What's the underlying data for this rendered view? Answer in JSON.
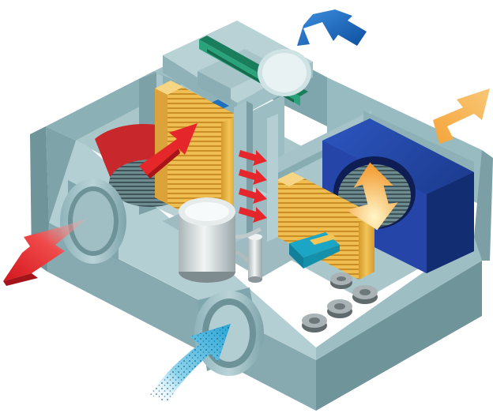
{
  "diagram": {
    "colors": {
      "casing_top": "#9fc0c5",
      "casing_front": "#86aab0",
      "casing_side": "#6f9499",
      "casing_inner": "#b7d1d5",
      "floor": "#a9c6ca",
      "exhaust_arrow": "#e5262b",
      "warm_arrow": "#f39c2d",
      "intake_arrow": "#1e6fc0",
      "fresh_arrow": "#3bb0d9",
      "heat_exchanger": "#e8b23e",
      "fan_housing": "#1f3e9a",
      "compressor": "#cfd6d8",
      "filter_green": "#1f8f6a",
      "duct_red": "#c8282c"
    },
    "components": [
      {
        "name": "casing",
        "icon": "box"
      },
      {
        "name": "exhaust-duct",
        "icon": "circle-duct"
      },
      {
        "name": "supply-duct",
        "icon": "circle-duct"
      },
      {
        "name": "intake-duct",
        "icon": "circle-duct"
      },
      {
        "name": "heat-exchanger-left",
        "icon": "fin-stack"
      },
      {
        "name": "heat-exchanger-right",
        "icon": "fin-stack"
      },
      {
        "name": "fan-housing",
        "icon": "blower"
      },
      {
        "name": "compressor",
        "icon": "cylinder"
      },
      {
        "name": "filter",
        "icon": "panel"
      },
      {
        "name": "vibration-mounts",
        "icon": "rings"
      }
    ],
    "arrows": [
      {
        "name": "exhaust-out-arrow",
        "color": "exhaust_arrow"
      },
      {
        "name": "supply-out-arrow",
        "color": "warm_arrow"
      },
      {
        "name": "outdoor-in-arrow",
        "color": "intake_arrow"
      },
      {
        "name": "fresh-in-arrow",
        "color": "fresh_arrow"
      },
      {
        "name": "internal-red-arrow",
        "color": "exhaust_arrow"
      },
      {
        "name": "internal-warm-arrow",
        "color": "warm_arrow"
      }
    ]
  }
}
